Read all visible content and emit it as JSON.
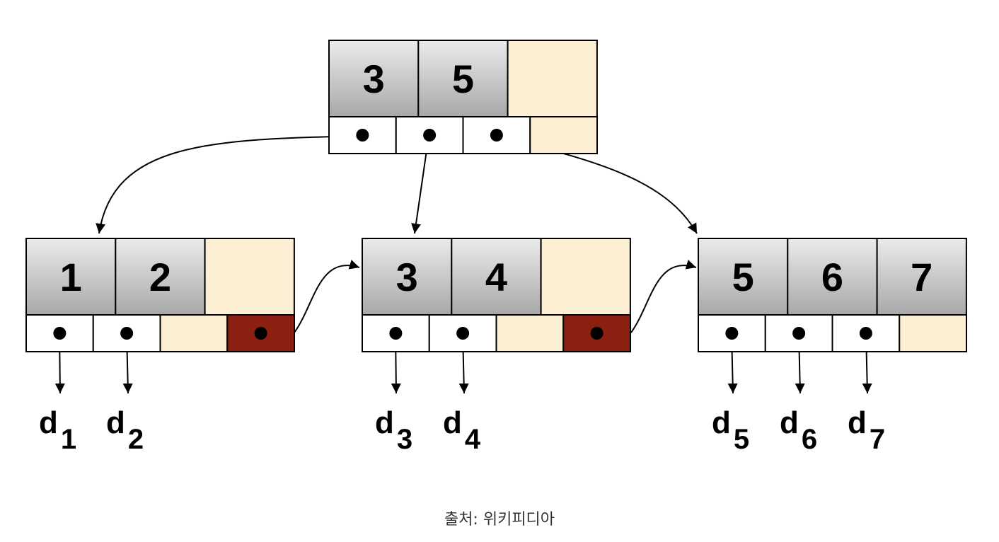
{
  "nodes": {
    "root": {
      "keys": [
        "3",
        "5",
        ""
      ],
      "pointers": [
        "filled",
        "filled",
        "filled",
        "empty"
      ]
    },
    "leaf_1": {
      "keys": [
        "1",
        "2",
        ""
      ],
      "pointers": [
        "filled",
        "filled",
        "empty",
        "next"
      ]
    },
    "leaf_2": {
      "keys": [
        "3",
        "4",
        ""
      ],
      "pointers": [
        "filled",
        "filled",
        "empty",
        "next"
      ]
    },
    "leaf_3": {
      "keys": [
        "5",
        "6",
        "7"
      ],
      "pointers": [
        "filled",
        "filled",
        "filled",
        "empty"
      ]
    }
  },
  "data_labels": [
    {
      "base": "d",
      "sub": "1"
    },
    {
      "base": "d",
      "sub": "2"
    },
    {
      "base": "d",
      "sub": "3"
    },
    {
      "base": "d",
      "sub": "4"
    },
    {
      "base": "d",
      "sub": "5"
    },
    {
      "base": "d",
      "sub": "6"
    },
    {
      "base": "d",
      "sub": "7"
    }
  ],
  "colors": {
    "key_cell_top": "#ebebeb",
    "key_cell_bottom": "#a8a8a8",
    "empty_cell": "#fcefd4",
    "pointer_cell": "#ffffff",
    "sibling_pointer_cell": "#8b2010",
    "border": "#000000",
    "dot": "#000000"
  },
  "caption": "출처: 위키피디아"
}
